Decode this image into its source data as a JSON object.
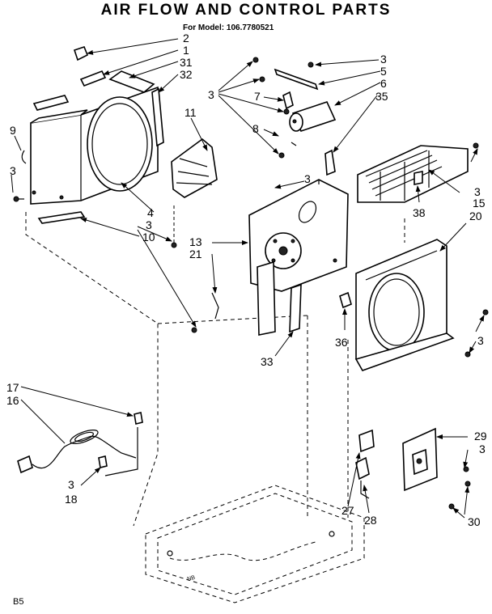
{
  "title": "AIR FLOW AND CONTROL PARTS",
  "model": "For Model: 106.7780521",
  "footer": "B5",
  "callouts": [
    "2",
    "1",
    "31",
    "32",
    "3",
    "5",
    "6",
    "35",
    "7",
    "8",
    "11",
    "9",
    "3",
    "4",
    "3",
    "10",
    "13",
    "21",
    "3",
    "15",
    "38",
    "20",
    "36",
    "33",
    "3",
    "17",
    "16",
    "3",
    "18",
    "29",
    "3",
    "27",
    "28",
    "30"
  ]
}
